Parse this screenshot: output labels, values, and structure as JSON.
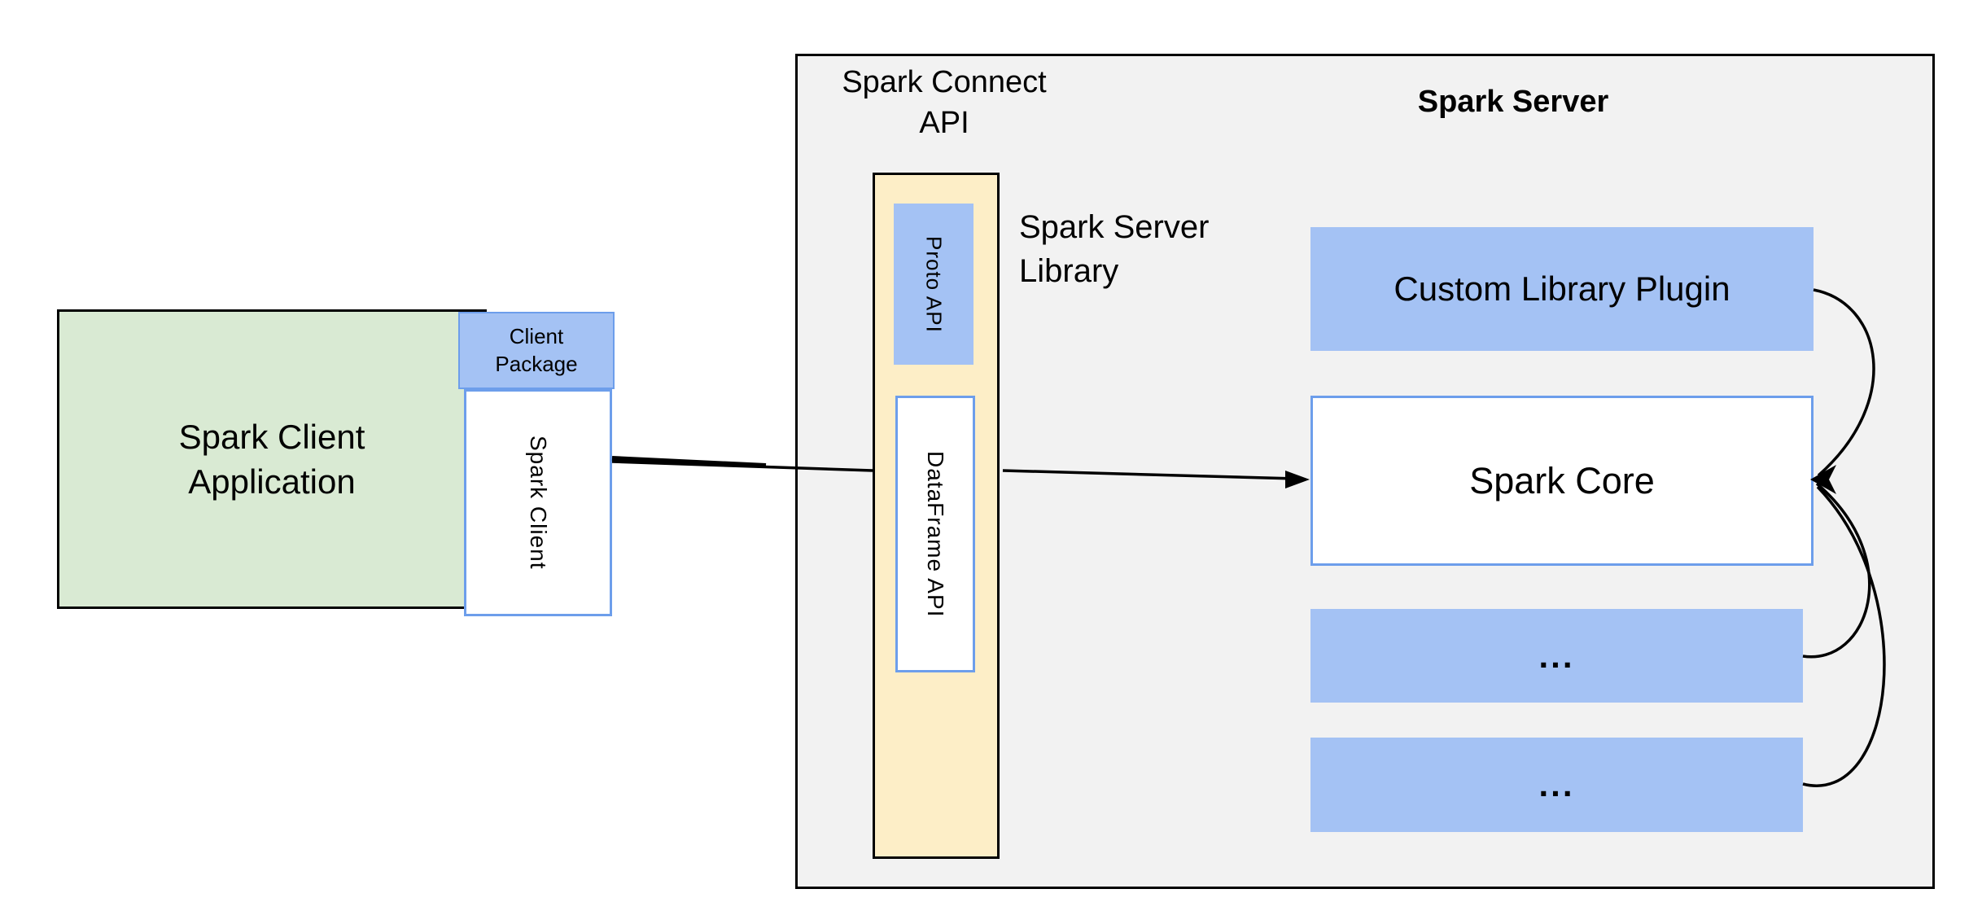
{
  "colors": {
    "container_gray": "#f2f2f2",
    "box_blue": "#a4c2f4",
    "blue_border": "#6d9eeb",
    "client_green": "#d9ead3",
    "pillar_cream": "#fdeec7",
    "line_black": "#000000"
  },
  "client": {
    "application_label": "Spark Client\nApplication",
    "package_label": "Client\nPackage",
    "spark_client_label": "Spark Client"
  },
  "connect": {
    "api_label": "Spark Connect\nAPI",
    "proto_api_label": "Proto API",
    "dataframe_api_label": "DataFrame API",
    "server_library_label": "Spark Server\nLibrary"
  },
  "server": {
    "title": "Spark Server",
    "plugin_label": "Custom Library Plugin",
    "core_label": "Spark Core",
    "ellipsis1_label": "...",
    "ellipsis2_label": "..."
  }
}
